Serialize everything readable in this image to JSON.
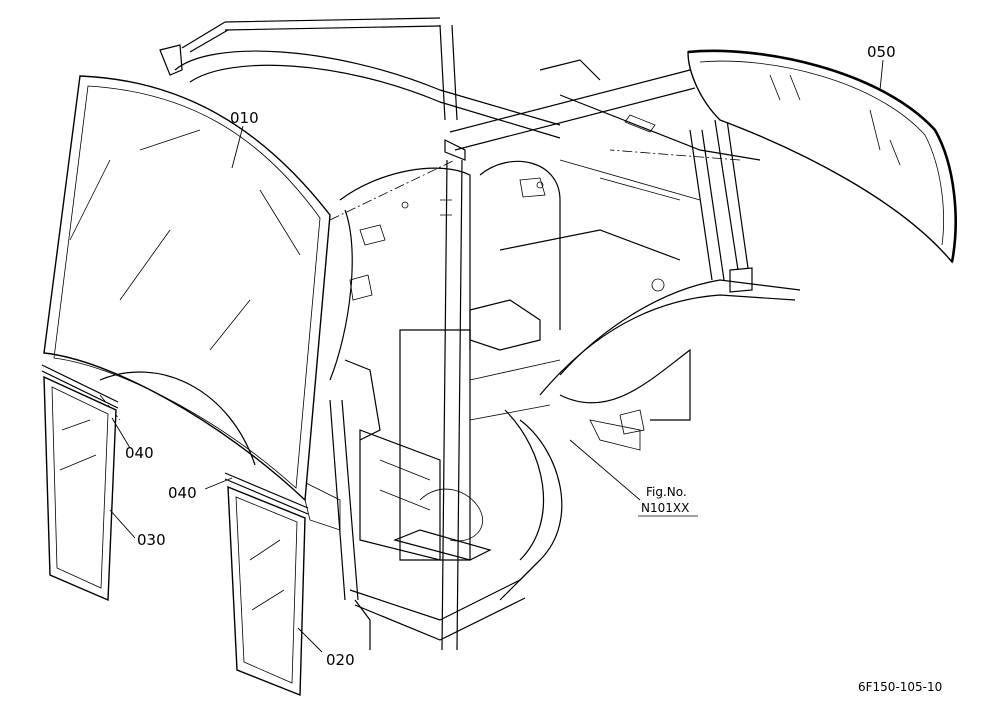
{
  "parts": [
    {
      "id": "p010",
      "label": "010"
    },
    {
      "id": "p020",
      "label": "020"
    },
    {
      "id": "p030",
      "label": "030"
    },
    {
      "id": "p040a",
      "label": "040"
    },
    {
      "id": "p040b",
      "label": "040"
    },
    {
      "id": "p050",
      "label": "050"
    }
  ],
  "reference": {
    "line1": "Fig.No.",
    "line2": "N101XX"
  },
  "drawing_number": "6F150-105-10"
}
